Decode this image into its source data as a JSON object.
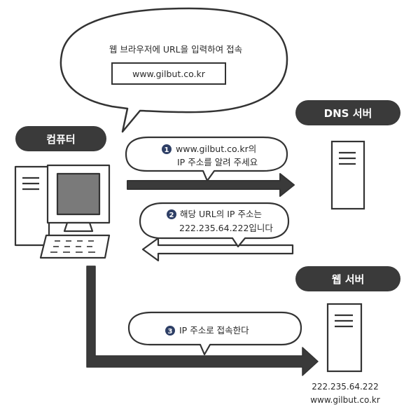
{
  "labels": {
    "computer": "컴퓨터",
    "dns_server": "DNS 서버",
    "web_server": "웹 서버"
  },
  "intro_bubble": {
    "text": "웹 브라우저에 URL을 입력하여 접속",
    "url_box": "www.gilbut.co.kr"
  },
  "steps": [
    {
      "number": "1",
      "line1": "www.gilbut.co.kr의",
      "line2": "IP 주소를 알려 주세요"
    },
    {
      "number": "2",
      "line1": "해당 URL의 IP 주소는",
      "line2": "222.235.64.222입니다"
    },
    {
      "number": "3",
      "line1": "IP 주소로 접속한다"
    }
  ],
  "web_server_info": {
    "ip": "222.235.64.222",
    "domain": "www.gilbut.co.kr"
  },
  "colors": {
    "pill": "#3a3a3a",
    "arrow": "#3a3a3a",
    "outline": "#333333",
    "screen": "#7a7a7a",
    "step_circle": "#2e3f66"
  }
}
